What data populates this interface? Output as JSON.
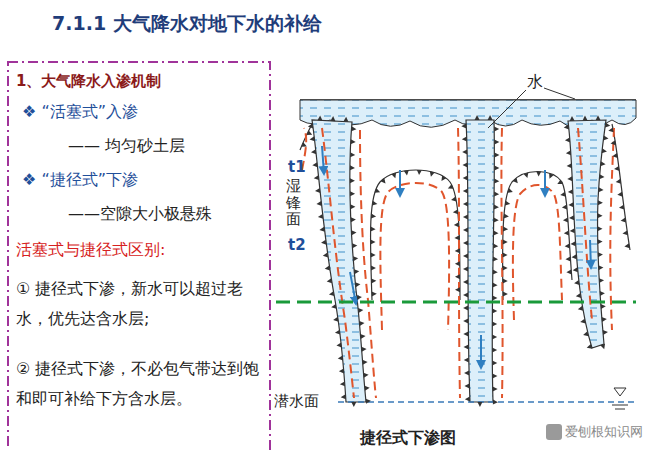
{
  "diagram": {
    "title": "7.1.1 大气降水对地下水的补给",
    "caption": "捷径式下渗图",
    "nodes": [
      {
        "text": [
          "1、大气降水入渗机制",
          "❖ “活塞式”入渗",
          "—— 均匀砂土层",
          "❖ “捷径式”下渗",
          "——空隙大小极悬殊",
          "活塞式与捷径式区别:",
          "① 捷径式下渗，新水可以超过老水，优先达含水层;",
          "② 捷径式下渗，不必包气带达到饱和即可补给下方含水层。"
        ]
      }
    ],
    "labels": [
      "水",
      "t1",
      "湿锋面",
      "t2",
      "潜水面",
      "爱刨根知识网"
    ]
  }
}
